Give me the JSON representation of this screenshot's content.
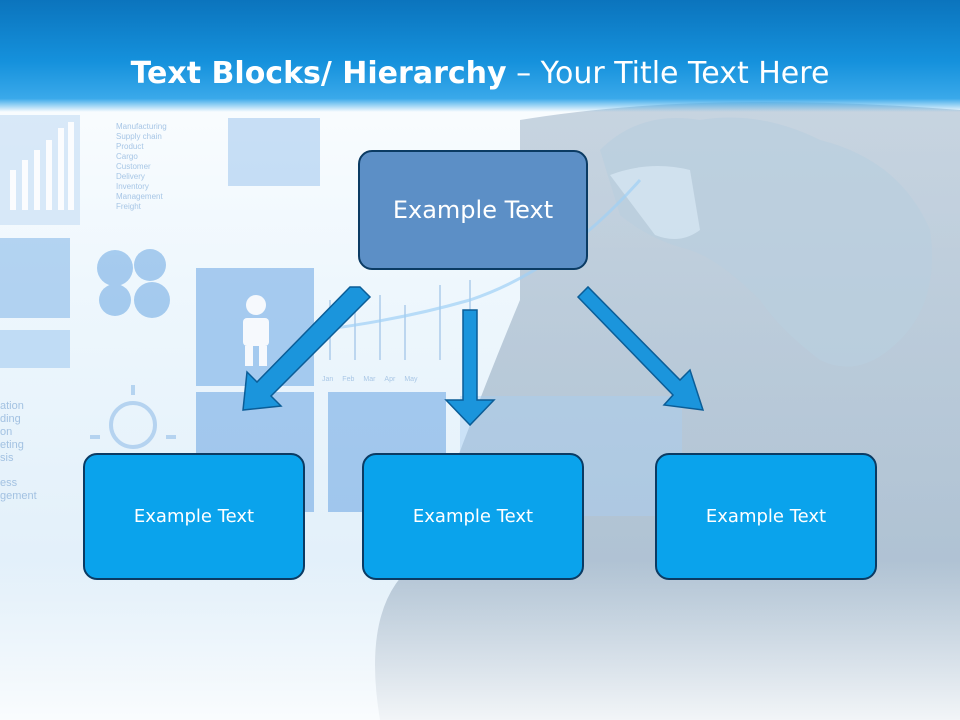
{
  "slide": {
    "title_strong": "Text Blocks/ Hierarchy",
    "title_light": " – Your Title Text Here"
  },
  "hierarchy": {
    "root": {
      "label": "Example Text"
    },
    "children": [
      {
        "label": "Example Text"
      },
      {
        "label": "Example Text"
      },
      {
        "label": "Example Text"
      }
    ]
  },
  "background": {
    "list_lines": [
      "Manufacturing",
      "Supply chain",
      "Product",
      "Cargo",
      "Customer",
      "Delivery",
      "Inventory",
      "Management",
      "Freight"
    ],
    "month_labels": [
      "Jan",
      "Feb",
      "Mar",
      "Apr",
      "May"
    ],
    "side_fragments": [
      "ation",
      "ding",
      "on",
      "eting",
      "sis",
      "ess",
      "gement"
    ]
  },
  "colors": {
    "title_band": "#1591dc",
    "root_fill": "#5c8fc6",
    "child_fill": "#0aa3ec",
    "arrow_fill": "#1b95dc",
    "outline": "#0b3b63"
  }
}
